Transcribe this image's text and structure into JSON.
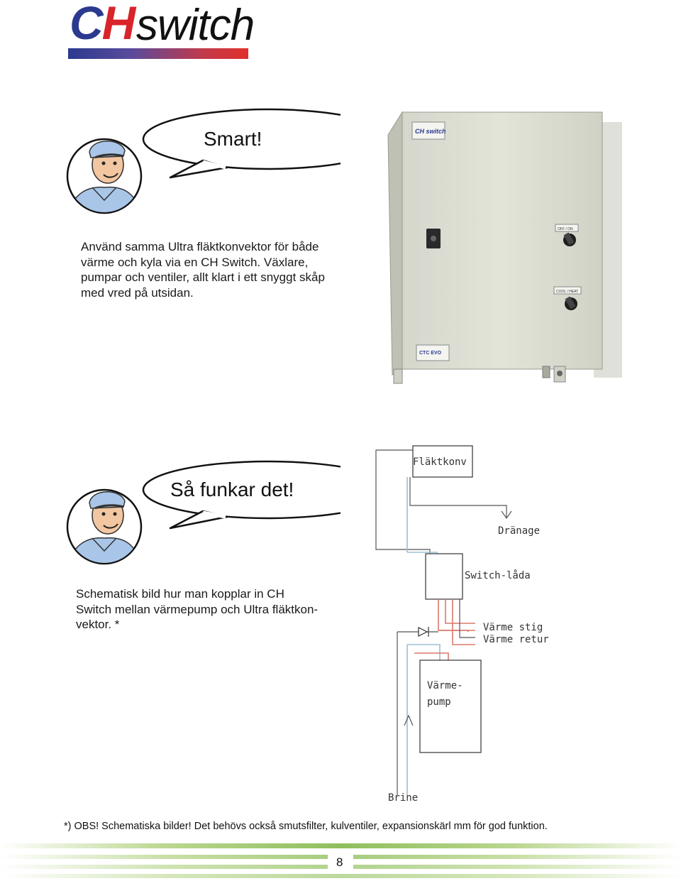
{
  "logo": {
    "part1": "C",
    "part2": "H",
    "part3": "switch"
  },
  "bubble1": {
    "text": "Smart!"
  },
  "bubble2": {
    "text": "Så funkar det!"
  },
  "para1": {
    "lines": [
      "Använd samma Ultra fläktkonvektor för både",
      "värme och kyla via en CH Switch. Växlare,",
      "pumpar och ventiler, allt klart i ett snyggt skåp",
      "med vred på utsidan."
    ]
  },
  "para2": {
    "lines": [
      "Schematisk bild hur man kopplar in CH",
      "Switch mellan värmepump och Ultra fläktkon-",
      "vektor. *"
    ]
  },
  "cabinet": {
    "brand_label": "CH switch",
    "knob1_label": "OFF / ON",
    "knob2_label": "COOL / HEAT",
    "plate_label": "CTC EVO"
  },
  "schematic": {
    "fan_label": "Fläktkonv",
    "drain_label": "Dränage",
    "switch_label": "Switch-låda",
    "heat_flow_label": "Värme stig",
    "heat_return_label": "Värme retur",
    "pump_label_1": "Värme-",
    "pump_label_2": "pump",
    "brine_label": "Brine"
  },
  "footnote": {
    "text": "*) OBS! Schematiska bilder! Det behövs också smutsfilter, kulventiler, expansionskärl mm för god funktion."
  },
  "page": {
    "number": "8"
  },
  "colors": {
    "logo_blue": "#2b3a8f",
    "logo_red": "#d8242a",
    "stripe_green": "#9cc36a",
    "pipe_red": "#d87a6a",
    "pipe_blue": "#9cc0cf"
  }
}
